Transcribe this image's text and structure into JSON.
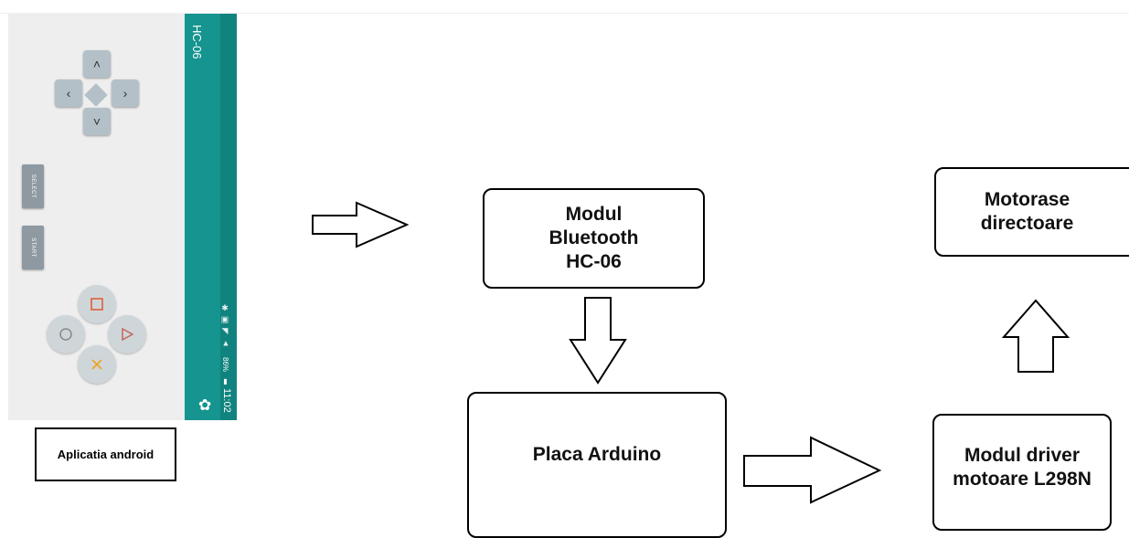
{
  "android_app": {
    "device_name": "HC-06",
    "status_time": "11:02",
    "status_battery": "86%",
    "select_label": "SELECT",
    "start_label": "START",
    "colors": {
      "bar": "#16948f",
      "square": "#e0562d",
      "circle": "#888888",
      "triangle": "#c4655a",
      "cross": "#f0a21c"
    },
    "icons": [
      "up-arrow-icon",
      "left-arrow-icon",
      "right-arrow-icon",
      "down-arrow-icon",
      "square-icon",
      "circle-icon",
      "triangle-icon",
      "cross-icon",
      "gear-icon",
      "bluetooth-icon",
      "wifi-icon",
      "signal-icon",
      "battery-icon"
    ],
    "caption": "Aplicatia android"
  },
  "blocks": {
    "bluetooth": {
      "line1": "Modul",
      "line2": "Bluetooth",
      "line3": "HC-06"
    },
    "arduino": {
      "label": "Placa Arduino"
    },
    "driver": {
      "line1": "Modul driver",
      "line2": "motoare L298N"
    },
    "motors": {
      "line1": "Motorase",
      "line2": "directoare"
    }
  }
}
